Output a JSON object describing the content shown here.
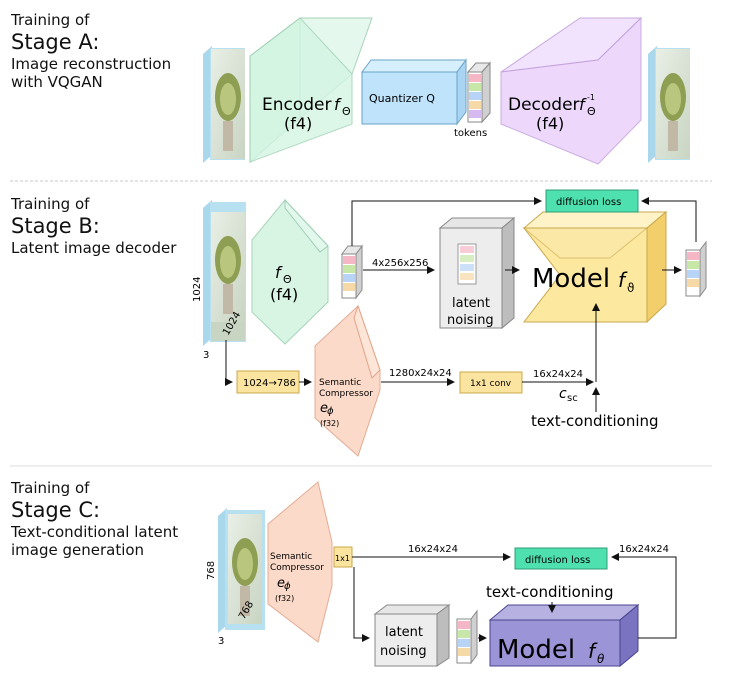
{
  "stage_a": {
    "title_small": "Training of",
    "title_big": "Stage A:",
    "desc_line1": "Image reconstruction",
    "desc_line2": "with VQGAN",
    "encoder_label": "Encoder",
    "encoder_sub": "(f4)",
    "quantizer_label": "Quantizer Q",
    "tokens_label": "tokens",
    "decoder_label": "Decoder",
    "decoder_sub": "(f4)"
  },
  "stage_b": {
    "title_small": "Training of",
    "title_big": "Stage B:",
    "desc_line1": "Latent image decoder",
    "encoder_sub": "(f4)",
    "dim_height": "1024",
    "dim_width": "1024",
    "dim_channels": "3",
    "resize_label": "1024→786",
    "compressor_line1": "Semantic",
    "compressor_line2": "Compressor",
    "compressor_sub": "(f32)",
    "latent_shape": "4x256x256",
    "latent_noising_line1": "latent",
    "latent_noising_line2": "noising",
    "model_label": "Model",
    "diffusion_loss": "diffusion loss",
    "comp_shape": "1280x24x24",
    "conv_label": "1x1 conv",
    "csc_shape": "16x24x24",
    "csc_label": "c",
    "csc_sub": "sc",
    "text_conditioning": "text-conditioning"
  },
  "stage_c": {
    "title_small": "Training of",
    "title_big": "Stage C:",
    "desc_line1": "Text-conditional latent",
    "desc_line2": "image generation",
    "dim_height": "768",
    "dim_width": "768",
    "dim_channels": "3",
    "compressor_line1": "Semantic",
    "compressor_line2": "Compressor",
    "compressor_sub": "(f32)",
    "conv_label": "1x1",
    "shape_top": "16x24x24",
    "diffusion_loss": "diffusion loss",
    "shape_right": "16x24x24",
    "text_conditioning": "text-conditioning",
    "latent_noising_line1": "latent",
    "latent_noising_line2": "noising",
    "model_label": "Model"
  },
  "colors": {
    "encoder_green": "#d4f5e2",
    "quantizer_blue": "#bfe3fb",
    "decoder_purple": "#ead2fb",
    "compressor_peach": "#fcd6c4",
    "model_yellow": "#fde8a0",
    "model_c_purple": "#9b94d6",
    "loss_teal": "#4fe0b0",
    "box_tan": "#fbe3a0"
  }
}
